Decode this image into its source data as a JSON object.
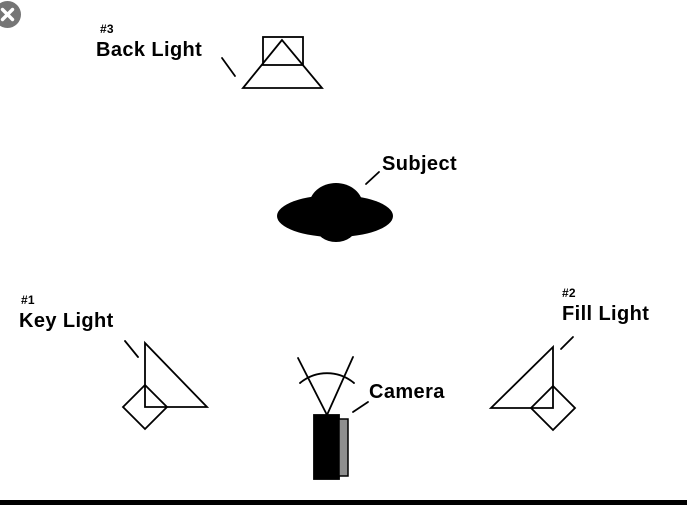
{
  "viewer": {
    "close_button": {
      "icon": "x-mark",
      "color": "#757575"
    }
  },
  "diagram": {
    "background": "#ffffff",
    "stroke_color": "#000000",
    "subject_fill": "#000000",
    "camera_body_fill": "#000000",
    "camera_side_fill": "#8f8f8f",
    "bottom_bar_color": "#000000",
    "items": {
      "back_light": {
        "number": "#3",
        "label": "Back Light"
      },
      "subject": {
        "label": "Subject"
      },
      "key_light": {
        "number": "#1",
        "label": "Key Light"
      },
      "fill_light": {
        "number": "#2",
        "label": "Fill Light"
      },
      "camera": {
        "label": "Camera"
      }
    }
  }
}
